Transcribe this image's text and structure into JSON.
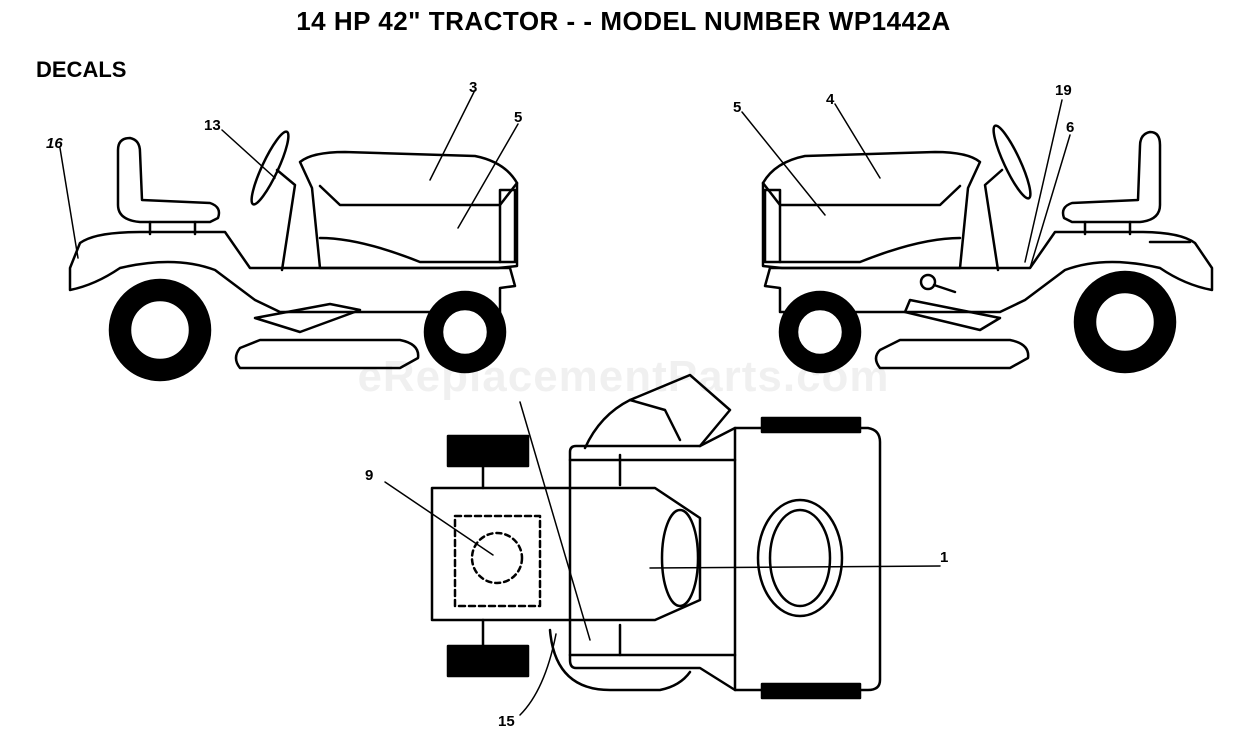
{
  "title": "14 HP 42\" TRACTOR - - MODEL NUMBER WP1442A",
  "section": "DECALS",
  "watermark": "eReplacementParts.com",
  "callouts": {
    "c1": "1",
    "c3": "3",
    "c4": "4",
    "c5_left": "5",
    "c5_right": "5",
    "c6": "6",
    "c9": "9",
    "c13": "13",
    "c15": "15",
    "c16": "16",
    "c19": "19"
  }
}
